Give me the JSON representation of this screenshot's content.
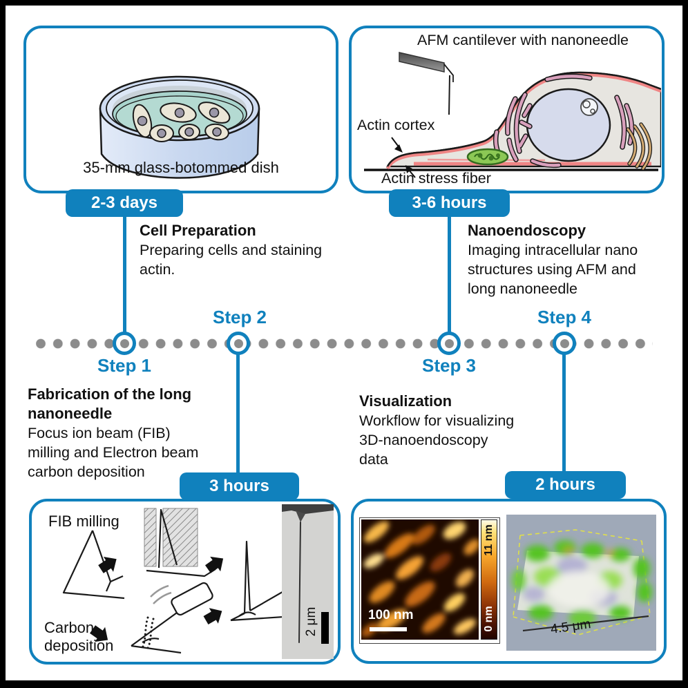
{
  "colors": {
    "accent": "#1081bd",
    "timeline_dot": "#8c8c8c"
  },
  "steps": [
    {
      "label": "Step 1",
      "duration": "2-3 days",
      "title": "Cell Preparation",
      "description": "Preparing cells and staining\nactin."
    },
    {
      "label": "Step 2",
      "duration": "3 hours",
      "title": "Fabrication of the long\nnanoneedle",
      "description": "Focus ion beam (FIB)\nmilling and Electron beam\ncarbon deposition"
    },
    {
      "label": "Step 3",
      "duration": "3-6 hours",
      "title": "Nanoendoscopy",
      "description": "Imaging intracellular nano\nstructures using AFM and\nlong nanoneedle"
    },
    {
      "label": "Step 4",
      "duration": "2 hours",
      "title": "Visualization",
      "description": "Workflow for visualizing\n3D-nanoendoscopy\ndata"
    }
  ],
  "panels": {
    "cell_prep": {
      "caption": "35-mm glass-botommed dish"
    },
    "nanoendoscopy": {
      "title": "AFM cantilever with nanoneedle",
      "actin_cortex_label": "Actin cortex",
      "actin_stress_fiber_label": "Actin stress fiber"
    },
    "fabrication": {
      "fib_label": "FIB milling",
      "carbon_label": "Carbon\ndeposition",
      "sem_scale_label": "2 μm"
    },
    "visualization": {
      "afm_scale_label": "100 nm",
      "colorbar_max_label": "11 nm",
      "colorbar_min_label": "0 nm",
      "scene_scale_label": "4.5 μm"
    }
  }
}
